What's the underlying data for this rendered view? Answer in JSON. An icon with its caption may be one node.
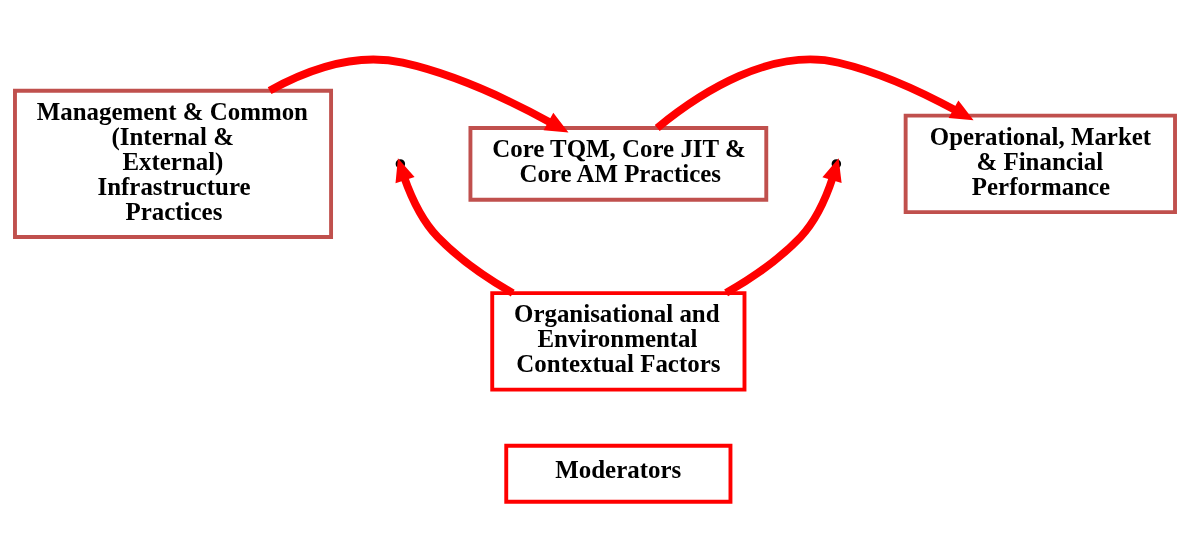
{
  "diagram": {
    "nodes": [
      {
        "text": [
          "Management & Common (Internal & External) Infrastructure Practices"
        ]
      },
      {
        "text": [
          "Core TQM, Core JIT & Core AM Practices"
        ]
      },
      {
        "text": [
          "Operational, Market & Financial Performance"
        ]
      },
      {
        "text": [
          "Organisational and Environmental Contextual Factors"
        ]
      },
      {
        "text": [
          "Moderators"
        ]
      }
    ],
    "edges": [
      {
        "from": 0,
        "to": 1,
        "arrow": "to"
      },
      {
        "from": 1,
        "to": 2,
        "arrow": "to"
      },
      {
        "from": 3,
        "to": null,
        "arrow": "to"
      },
      {
        "from": 3,
        "to": null,
        "arrow": "to"
      }
    ]
  }
}
